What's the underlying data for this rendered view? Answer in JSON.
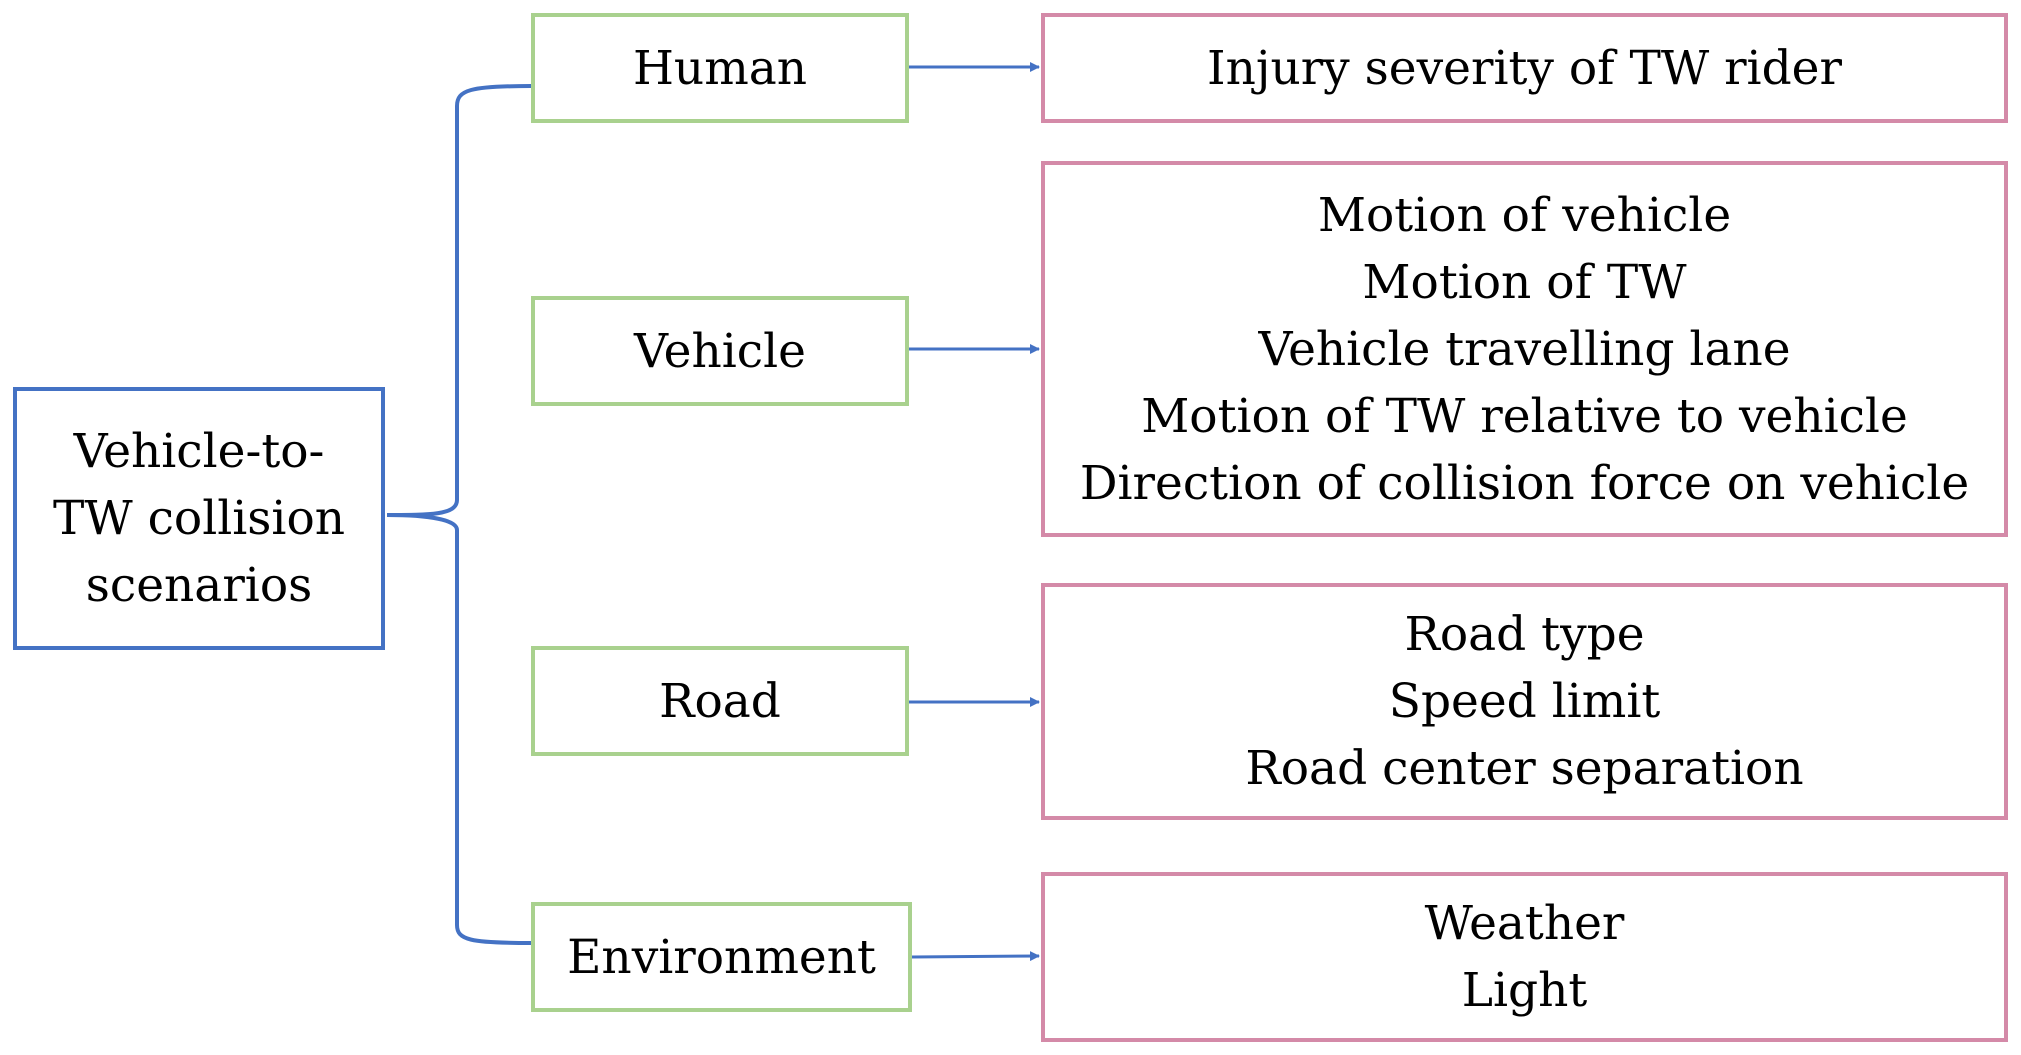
{
  "root": {
    "lines": [
      "Vehicle-to-",
      "TW collision",
      "scenarios"
    ],
    "border_color": "#4472c4"
  },
  "categories": [
    {
      "label": "Human",
      "details": [
        "Injury severity of TW rider"
      ]
    },
    {
      "label": "Vehicle",
      "details": [
        "Motion of vehicle",
        "Motion of TW",
        "Vehicle travelling lane",
        "Motion of TW relative to vehicle",
        "Direction of collision force on vehicle"
      ]
    },
    {
      "label": "Road",
      "details": [
        "Road type",
        "Speed limit",
        "Road center separation"
      ]
    },
    {
      "label": "Environment",
      "details": [
        "Weather",
        "Light"
      ]
    }
  ],
  "colors": {
    "root_border": "#4472c4",
    "category_border": "#a9d18e",
    "detail_border": "#d48aa8",
    "connector": "#4472c4"
  }
}
